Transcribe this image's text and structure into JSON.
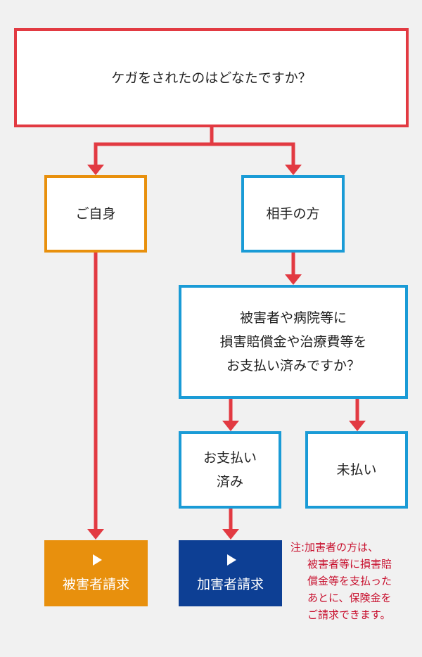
{
  "question1": "ケガをされたのはどなたですか？",
  "self_label": "ご自身",
  "other_label": "相手の方",
  "question2": "被害者や病院等に\n損害賠償金や治療費等を\nお支払い済みですか？",
  "paid_label": "お支払い\n済み",
  "unpaid_label": "未払い",
  "victim_claim_label": "被害者請求",
  "perpetrator_claim_label": "加害者請求",
  "note": {
    "head": "注:加害者の方は、",
    "body": "被害者等に損害賠\n償金等を支払った\nあとに、保険金を\nご請求できます。"
  },
  "colors": {
    "red": "#e23a42",
    "orange": "#e8900d",
    "blue": "#1a9bd6",
    "navy": "#0d3f94",
    "note_red": "#c8102e",
    "background": "#f1f1f1"
  }
}
